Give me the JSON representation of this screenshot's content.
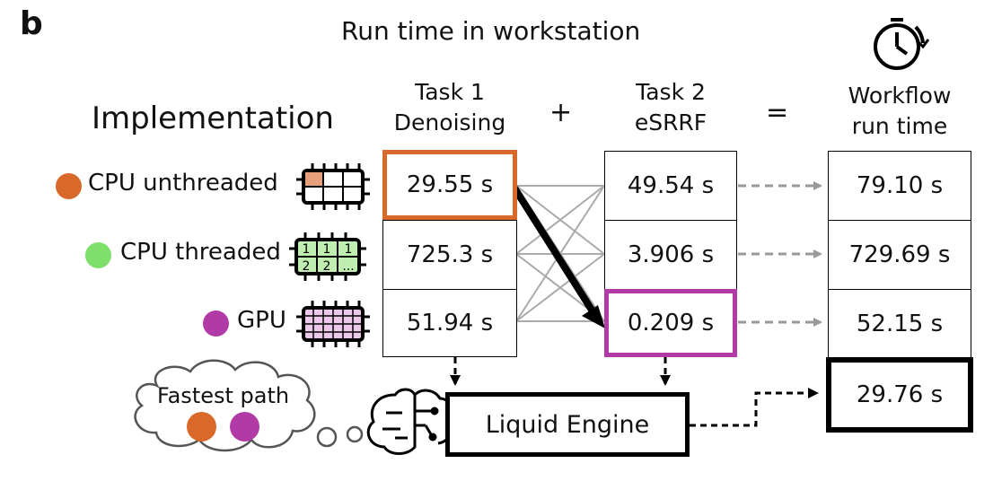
{
  "panel_label": "b",
  "title": "Run time in workstation",
  "implementation_heading": "Implementation",
  "columns": {
    "task1": [
      "Task 1",
      "Denoising"
    ],
    "plus": "+",
    "task2": [
      "Task 2",
      "eSRRF"
    ],
    "equals": "=",
    "workflow": [
      "Workflow",
      "run time"
    ]
  },
  "rows": [
    {
      "label": "CPU unthreaded",
      "color": "#d9692a",
      "chip_icon": "cpu-chip-single-core-icon",
      "task1": "29.55 s",
      "task2": "49.54 s",
      "workflow": "79.10 s"
    },
    {
      "label": "CPU threaded",
      "color": "#7ee06b",
      "chip_icon": "cpu-chip-multi-thread-icon",
      "task1": "725.3 s",
      "task2": "3.906 s",
      "workflow": "729.69 s"
    },
    {
      "label": "GPU",
      "color": "#b23aa6",
      "chip_icon": "gpu-chip-icon",
      "task1": "51.94 s",
      "task2": "0.209 s",
      "workflow": "52.15 s"
    }
  ],
  "chip_text": {
    "r1": [
      "1",
      "1",
      "1"
    ],
    "r2": [
      "2",
      "2",
      "..."
    ]
  },
  "liquid_engine": "Liquid Engine",
  "fastest_path": {
    "label": "Fastest path",
    "colors": [
      "#d9692a",
      "#b23aa6"
    ]
  },
  "result": "29.76 s",
  "icons": {
    "clock": "clock-icon",
    "brain": "brain-circuit-icon"
  },
  "highlight_colors": {
    "cpu": "#d9692a",
    "gpu": "#b23aa6"
  }
}
